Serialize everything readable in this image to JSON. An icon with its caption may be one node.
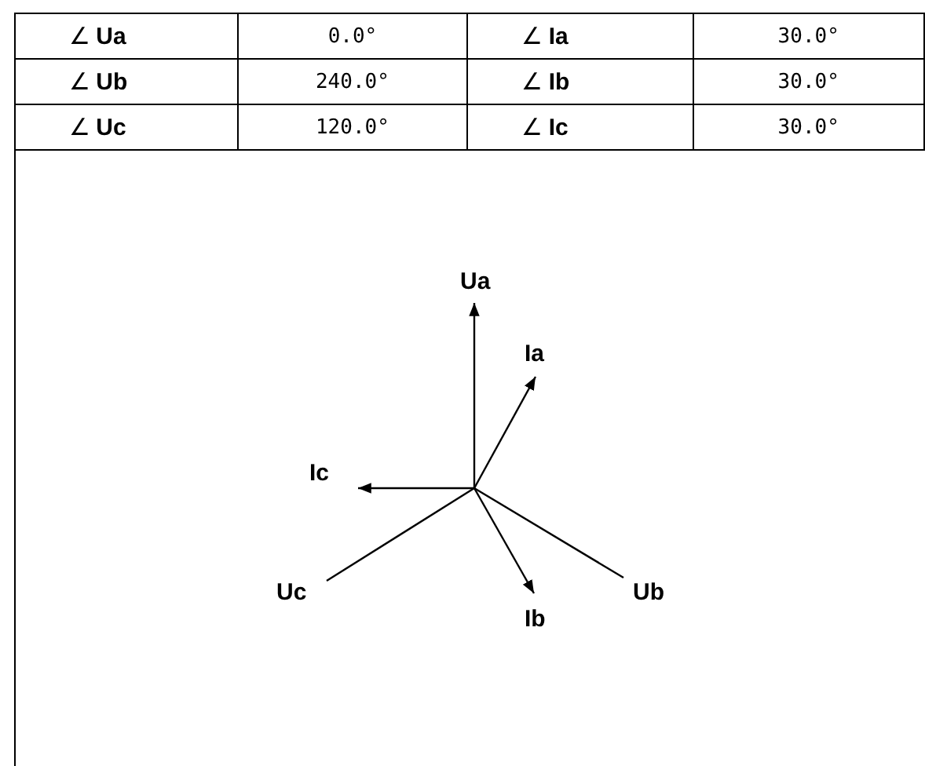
{
  "diagram": {
    "labels": [
      "∠ **Ua**",
      "0.0°",
      "∠ **Ia**",
      "30.0°",
      "∠ **Ub**",
      "240.0°",
      "∠ **Ib**",
      "30.0°",
      "∠ **Uc**",
      "120.0°",
      "∠ **Ic**",
      "30.0°",
      "Ua",
      "Ia",
      "Ic",
      "Uc",
      "Ub",
      "Ib"
    ]
  }
}
